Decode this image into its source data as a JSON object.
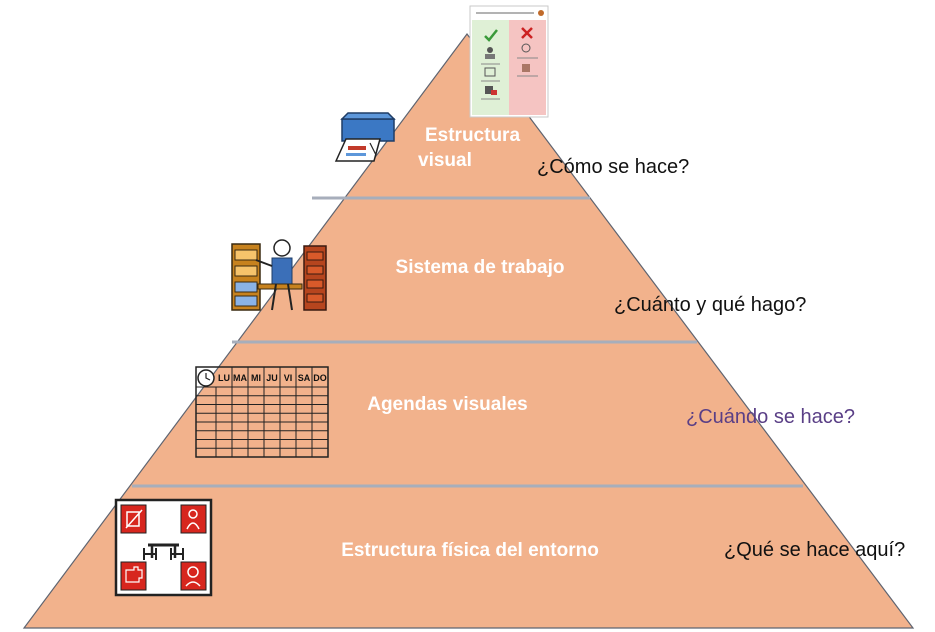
{
  "colors": {
    "pyramid_fill": "#f2b28c",
    "divider": "#a7aebb",
    "outline": "#5f6470",
    "level_text": "#ffffff",
    "question_text": "#111111",
    "question_accent": "#5a3f86",
    "schedule_card_left": "#dff0d6",
    "schedule_card_right": "#f5c4c2",
    "pictogram_red": "#d7261e"
  },
  "levels": [
    {
      "id": "estructura-visual",
      "label_line1": "Estructura",
      "label_line2": "visual",
      "question": "¿Cómo se hace?",
      "icon": "tray-and-checklist-icon"
    },
    {
      "id": "sistema-de-trabajo",
      "label": "Sistema de trabajo",
      "question": "¿Cuánto y qué hago?",
      "icon": "work-station-icon"
    },
    {
      "id": "agendas-visuales",
      "label": "Agendas visuales",
      "question_part1": "¿Cuándo",
      "question_part2": " se hace?",
      "icon": "weekly-schedule-icon"
    },
    {
      "id": "estructura-fisica",
      "label": "Estructura física del entorno",
      "question": "¿Qué se hace aquí?",
      "icon": "classroom-layout-icon"
    }
  ],
  "schedule_days": [
    "LU",
    "MA",
    "MI",
    "JU",
    "VI",
    "SA",
    "DO"
  ],
  "card": {
    "icon": "schedule-card-icon"
  }
}
